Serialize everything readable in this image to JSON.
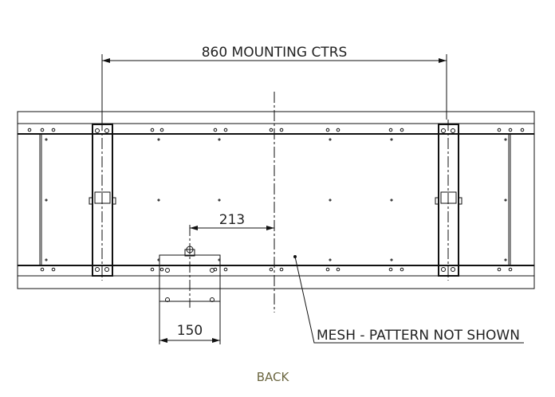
{
  "dimensions": {
    "mounting_centers": "860 MOUNTING CTRS",
    "offset": "213",
    "box_width": "150"
  },
  "annotations": {
    "mesh_note": "MESH - PATTERN NOT SHOWN",
    "view_label": "BACK"
  },
  "colors": {
    "line": "#111111",
    "view_label": "#6b6640"
  }
}
